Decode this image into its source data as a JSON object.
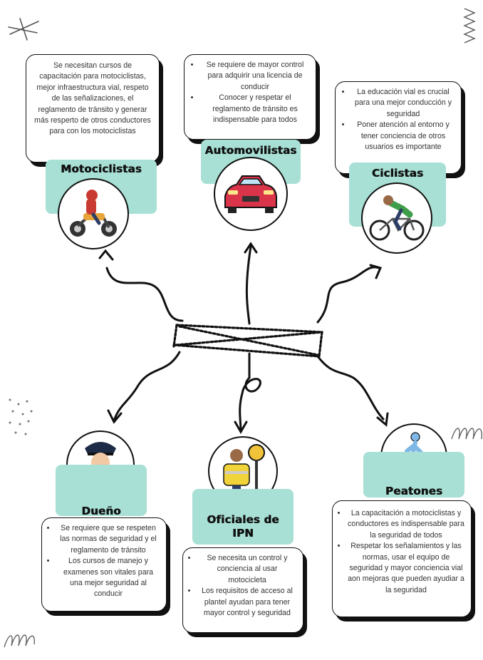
{
  "groups": {
    "motociclistas": {
      "label": "Motociclistas",
      "text": "Se necesitan cursos de capacitación para motociclistas, mejor infraestructura vial, respeto de las señalizaciones, el reglamento de tránsito y  generar más resperto de otros conductores para con los motociclistas"
    },
    "automovilistas": {
      "label": "Automovilistas",
      "bullets": [
        "Se requiere de mayor control para adquirir una licencia de conducir",
        "Conocer y respetar el reglamento de tránsito es indispensable para todos"
      ]
    },
    "ciclistas": {
      "label": "Ciclistas",
      "bullets": [
        "La educación vial es crucial para una mejor conducción y seguridad",
        "Poner atención al entorno y tener conciencia de otros usuarios es importante"
      ]
    },
    "dueno": {
      "label": "Dueño",
      "bullets": [
        "Se requiere que se respeten las normas de seguridad y el reglamento de tránsito",
        "Los cursos de manejo y examenes son vitales para una mejor seguridad al conducir"
      ]
    },
    "oficiales": {
      "label_line1": "Oficiales de",
      "label_line2": "IPN",
      "bullets": [
        "Se necesita un control y conciencia al usar motocicleta",
        "Los requisitos de acceso al plantel ayudan para tener mayor control y seguridad"
      ]
    },
    "peatones": {
      "label": "Peatones",
      "bullets": [
        "La capacitación a motociclistas y conductores es indispensable para la seguridad de todos",
        "Respetar los señalamientos y las normas, usar el equipo de seguridad y mayor conciencia vial aon mejoras que pueden ayudiar a la seguridad"
      ]
    }
  },
  "colors": {
    "teal": "#a8e0d5",
    "outline": "#111111"
  },
  "icons": [
    "motorcycle-rider-icon",
    "car-icon",
    "cyclist-icon",
    "police-officer-icon",
    "traffic-officer-icon",
    "pedestrian-crossing-icon"
  ]
}
